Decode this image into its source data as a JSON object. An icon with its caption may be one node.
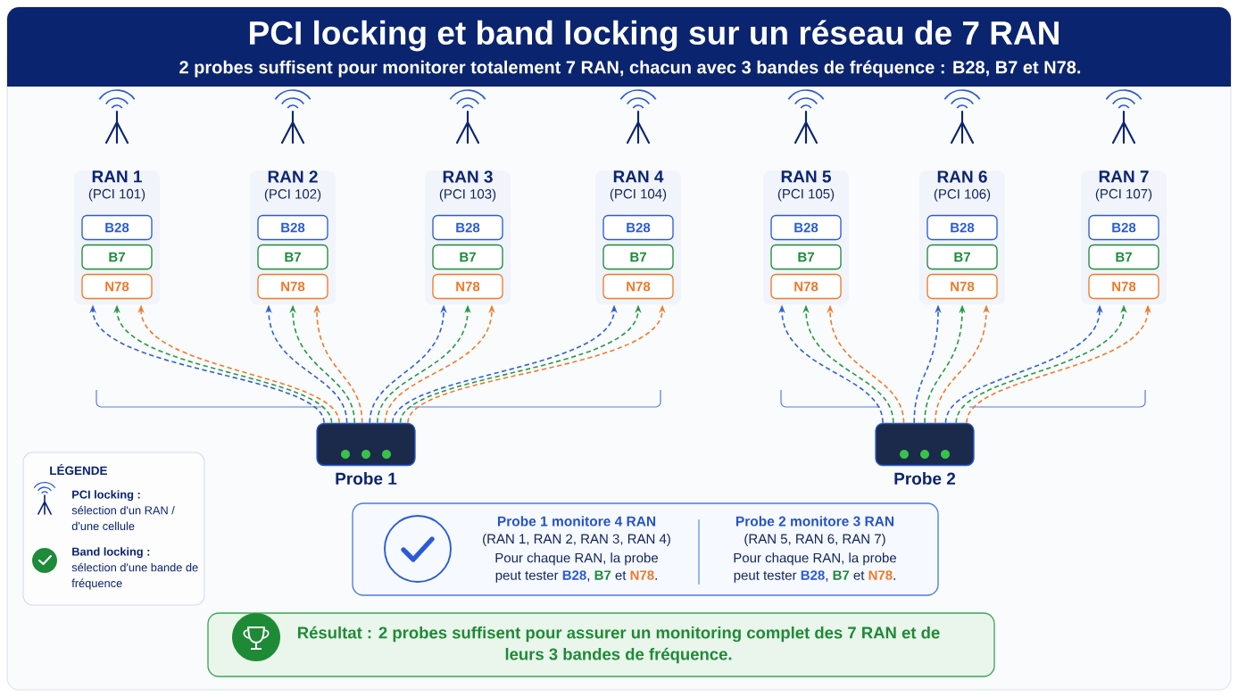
{
  "diagram": {
    "title": "PCI locking et band locking sur un réseau de 7 RAN",
    "nodes": [
      {
        "text": [
          "RAN 1",
          "(PCI 101)"
        ]
      },
      {
        "text": [
          "B28"
        ],
        "in": 0
      },
      {
        "text": [
          "B7"
        ],
        "in": 0
      },
      {
        "text": [
          "N78"
        ],
        "in": 0
      },
      {
        "text": [
          "RAN 2",
          "(PCI 102)"
        ]
      },
      {
        "text": [
          "B28"
        ],
        "in": 4
      },
      {
        "text": [
          "B7"
        ],
        "in": 4
      },
      {
        "text": [
          "N78"
        ],
        "in": 4
      },
      {
        "text": [
          "RAN 3",
          "(PCI 103)"
        ]
      },
      {
        "text": [
          "B28"
        ],
        "in": 8
      },
      {
        "text": [
          "B7"
        ],
        "in": 8
      },
      {
        "text": [
          "N78"
        ],
        "in": 8
      },
      {
        "text": [
          "RAN 4",
          "(PCI 104)"
        ]
      },
      {
        "text": [
          "B28"
        ],
        "in": 12
      },
      {
        "text": [
          "B7"
        ],
        "in": 12
      },
      {
        "text": [
          "N78"
        ],
        "in": 12
      },
      {
        "text": [
          "RAN 5",
          "(PCI 105)"
        ]
      },
      {
        "text": [
          "B28"
        ],
        "in": 16
      },
      {
        "text": [
          "B7"
        ],
        "in": 16
      },
      {
        "text": [
          "N78"
        ],
        "in": 16
      },
      {
        "text": [
          "RAN 6",
          "(PCI 106)"
        ]
      },
      {
        "text": [
          "B28"
        ],
        "in": 20
      },
      {
        "text": [
          "B7"
        ],
        "in": 20
      },
      {
        "text": [
          "N78"
        ],
        "in": 20
      },
      {
        "text": [
          "RAN 7",
          "(PCI 107)"
        ]
      },
      {
        "text": [
          "B28"
        ],
        "in": 24
      },
      {
        "text": [
          "B7"
        ],
        "in": 24
      },
      {
        "text": [
          "N78"
        ],
        "in": 24
      },
      {
        "text": [
          "Probe 1"
        ]
      },
      {
        "text": [
          "Probe 2"
        ]
      },
      {
        "text": [
          "Probe 1 monitore 4 RAN",
          "(RAN 1, RAN 2, RAN 3, RAN 4)",
          "Pour chaque RAN, la probe peut tester **B28**, **B7** et **N78**.",
          "Probe 2 monitore 3 RAN",
          "(RAN 5, RAN 6, RAN 7)",
          "Pour chaque RAN, la probe peut tester **B28**, **B7** et **N78**."
        ]
      },
      {
        "text": [
          "Résultat : 2 probes suffisent pour assurer un monitoring complet des 7 RAN et de leurs 3 bandes de fréquence."
        ]
      }
    ],
    "edges": [
      {
        "from": 28,
        "to": 0,
        "arrow": "to",
        "style": "dashed",
        "color": "#2f5fd8"
      },
      {
        "from": 28,
        "to": 0,
        "arrow": "to",
        "style": "dashed",
        "color": "#259a45"
      },
      {
        "from": 28,
        "to": 0,
        "arrow": "to",
        "style": "dashed",
        "color": "#f07b2b"
      },
      {
        "from": 28,
        "to": 4,
        "arrow": "to",
        "style": "dashed",
        "color": "#2f5fd8"
      },
      {
        "from": 28,
        "to": 4,
        "arrow": "to",
        "style": "dashed",
        "color": "#259a45"
      },
      {
        "from": 28,
        "to": 4,
        "arrow": "to",
        "style": "dashed",
        "color": "#f07b2b"
      },
      {
        "from": 28,
        "to": 8,
        "arrow": "to",
        "style": "dashed",
        "color": "#2f5fd8"
      },
      {
        "from": 28,
        "to": 8,
        "arrow": "to",
        "style": "dashed",
        "color": "#259a45"
      },
      {
        "from": 28,
        "to": 8,
        "arrow": "to",
        "style": "dashed",
        "color": "#f07b2b"
      },
      {
        "from": 28,
        "to": 12,
        "arrow": "to",
        "style": "dashed",
        "color": "#2f5fd8"
      },
      {
        "from": 28,
        "to": 12,
        "arrow": "to",
        "style": "dashed",
        "color": "#259a45"
      },
      {
        "from": 28,
        "to": 12,
        "arrow": "to",
        "style": "dashed",
        "color": "#f07b2b"
      },
      {
        "from": 29,
        "to": 16,
        "arrow": "to",
        "style": "dashed",
        "color": "#2f5fd8"
      },
      {
        "from": 29,
        "to": 16,
        "arrow": "to",
        "style": "dashed",
        "color": "#259a45"
      },
      {
        "from": 29,
        "to": 16,
        "arrow": "to",
        "style": "dashed",
        "color": "#f07b2b"
      },
      {
        "from": 29,
        "to": 20,
        "arrow": "to",
        "style": "dashed",
        "color": "#2f5fd8"
      },
      {
        "from": 29,
        "to": 20,
        "arrow": "to",
        "style": "dashed",
        "color": "#259a45"
      },
      {
        "from": 29,
        "to": 20,
        "arrow": "to",
        "style": "dashed",
        "color": "#f07b2b"
      },
      {
        "from": 29,
        "to": 24,
        "arrow": "to",
        "style": "dashed",
        "color": "#2f5fd8"
      },
      {
        "from": 29,
        "to": 24,
        "arrow": "to",
        "style": "dashed",
        "color": "#259a45"
      },
      {
        "from": 29,
        "to": 24,
        "arrow": "to",
        "style": "dashed",
        "color": "#f07b2b"
      }
    ],
    "labels": [
      "2 probes suffisent pour monitorer totalement 7 RAN, chacun avec 3 bandes de fréquence : B28, B7 et N78.",
      "LÉGENDE"
    ],
    "legend": [
      {
        "text": "**PCI locking :** sélection d'un RAN / d'une cellule"
      },
      {
        "text": "**Band locking :** sélection d'une bande de fréquence"
      }
    ]
  }
}
